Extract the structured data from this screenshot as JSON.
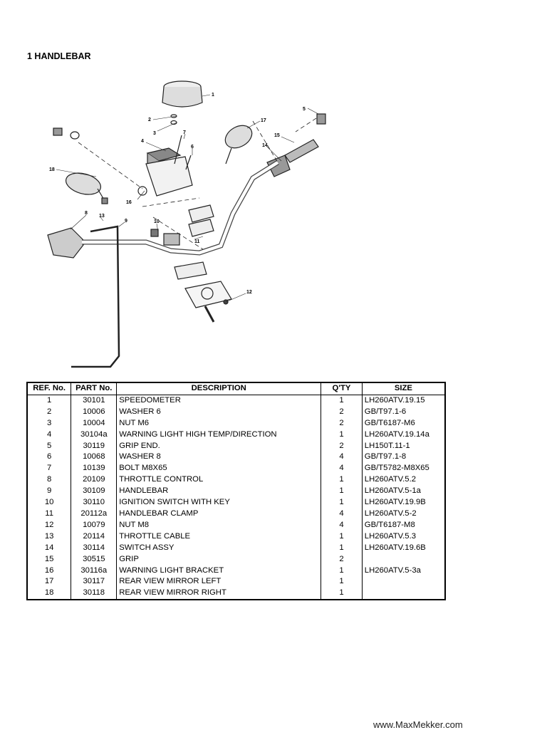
{
  "section_title": "1 HANDLEBAR",
  "diagram": {
    "callouts": [
      "1",
      "2",
      "3",
      "4",
      "5",
      "6",
      "7",
      "8",
      "9",
      "10",
      "11",
      "12",
      "13",
      "14",
      "15",
      "16",
      "17",
      "18"
    ]
  },
  "table": {
    "headers": [
      "REF. No.",
      "PART No.",
      "DESCRIPTION",
      "Q'TY",
      "SIZE"
    ],
    "rows": [
      [
        "1",
        "30101",
        "SPEEDOMETER",
        "1",
        "LH260ATV.19.15"
      ],
      [
        "2",
        "10006",
        "WASHER 6",
        "2",
        "GB/T97.1-6"
      ],
      [
        "3",
        "10004",
        "NUT  M6",
        "2",
        "GB/T6187-M6"
      ],
      [
        "4",
        "30104a",
        "WARNING LIGHT HIGH TEMP/DIRECTION",
        "1",
        "LH260ATV.19.14a"
      ],
      [
        "5",
        "30119",
        "GRIP END.",
        "2",
        "LH150T.11-1"
      ],
      [
        "6",
        "10068",
        "WASHER 8",
        "4",
        "GB/T97.1-8"
      ],
      [
        "7",
        "10139",
        "BOLT M8X65",
        "4",
        "GB/T5782-M8X65"
      ],
      [
        "8",
        "20109",
        "THROTTLE CONTROL",
        "1",
        "LH260ATV.5.2"
      ],
      [
        "9",
        "30109",
        "HANDLEBAR",
        "1",
        "LH260ATV.5-1a"
      ],
      [
        "10",
        "30110",
        "IGNITION SWITCH WITH KEY",
        "1",
        "LH260ATV.19.9B"
      ],
      [
        "11",
        "20112a",
        "HANDLEBAR CLAMP",
        "4",
        "LH260ATV.5-2"
      ],
      [
        "12",
        "10079",
        "NUT  M8",
        "4",
        "GB/T6187-M8"
      ],
      [
        "13",
        "20114",
        "THROTTLE CABLE",
        "1",
        "LH260ATV.5.3"
      ],
      [
        "14",
        "30114",
        "SWITCH ASSY",
        "1",
        "LH260ATV.19.6B"
      ],
      [
        "15",
        "30515",
        "GRIP",
        "2",
        ""
      ],
      [
        "16",
        "30116a",
        "WARNING  LIGHT BRACKET",
        "1",
        "LH260ATV.5-3a"
      ],
      [
        "17",
        "30117",
        "REAR VIEW MIRROR LEFT",
        "1",
        ""
      ],
      [
        "18",
        "30118",
        "REAR VIEW MIRROR RIGHT",
        "1",
        ""
      ]
    ]
  },
  "footer": {
    "site": "www.MaxMekker.com"
  }
}
